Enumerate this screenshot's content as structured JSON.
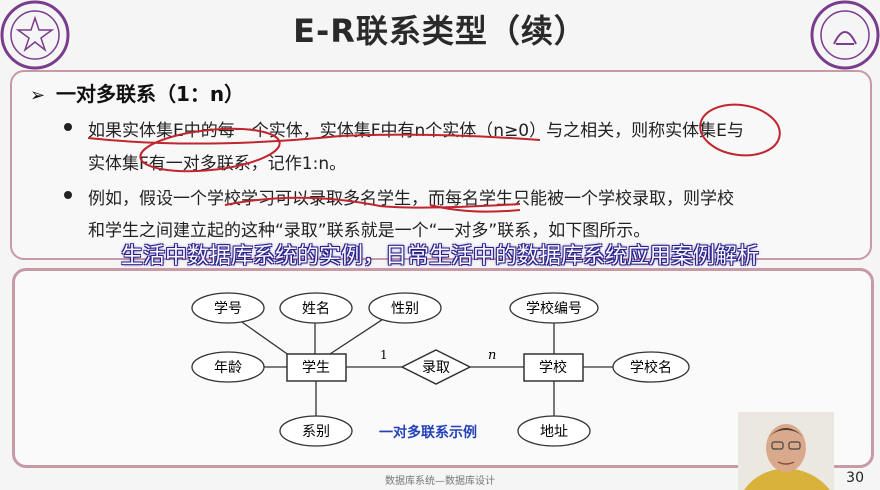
{
  "title": "E-R联系类型（续）",
  "section": {
    "heading": "一对多联系（1：n）",
    "bullets": [
      {
        "line1": "如果实体集E中的每一个实体，实体集F中有n个实体（n≥0）与之相关，则称实体集E与",
        "line2": "实体集F有一对多联系，记作1:n。"
      },
      {
        "line1": "例如，假设一个学校学习可以录取多名学生，而每名学生只能被一个学校录取，则学校",
        "line2": "和学生之间建立起的这种“录取”联系就是一个“一对多”联系，如下图所示。"
      }
    ]
  },
  "caption": "生活中数据库系统的实例，日常生活中的数据库系统应用案例解析",
  "diagram": {
    "entities": {
      "student": "学生",
      "school": "学校"
    },
    "relationship": "录取",
    "cardinality_left": "1",
    "cardinality_right": "n",
    "student_attributes": [
      "学号",
      "姓名",
      "性别",
      "年龄",
      "系别"
    ],
    "school_attributes": [
      "学校编号",
      "学校名",
      "地址"
    ],
    "label": "一对多联系示例"
  },
  "footer": "数据库系统—数据库设计",
  "page_number": "30",
  "colors": {
    "frame": "#c79aa6",
    "annotation": "#c0262e",
    "label_blue": "#2342b8",
    "entity_fill": "#ffffff"
  }
}
